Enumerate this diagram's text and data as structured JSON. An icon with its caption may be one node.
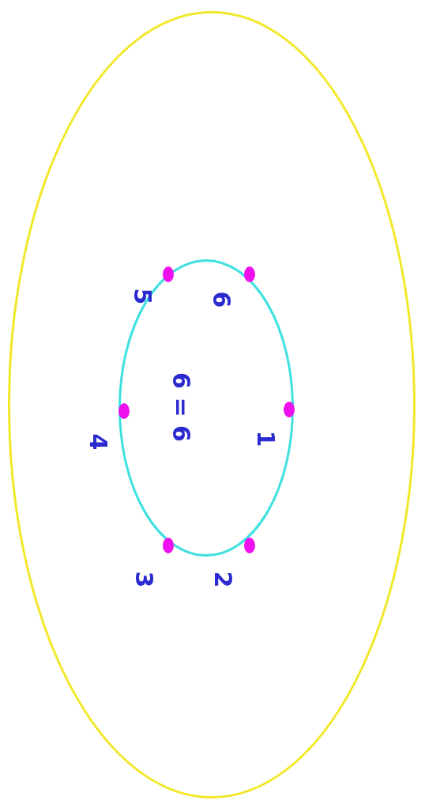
{
  "diagram": {
    "nodes": [
      {
        "text": [],
        "shape": "ellipse"
      },
      {
        "text": [
          "6 = 6"
        ],
        "in": 0
      }
    ],
    "labels": [
      "5",
      "6",
      "4",
      "1",
      "3",
      "2"
    ]
  }
}
